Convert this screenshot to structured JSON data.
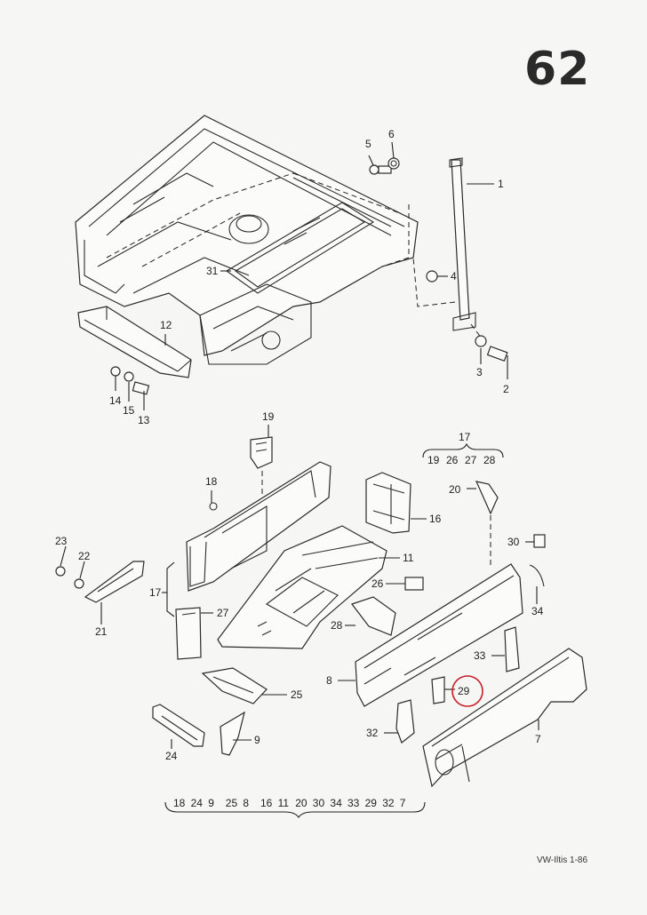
{
  "page_number": "62",
  "footer": "VW-Iltis  1-86",
  "callouts": {
    "c1": "1",
    "c2": "2",
    "c3": "3",
    "c4": "4",
    "c5": "5",
    "c6": "6",
    "c7": "7",
    "c8": "8",
    "c9": "9",
    "c11": "11",
    "c12": "12",
    "c13": "13",
    "c14": "14",
    "c15": "15",
    "c16": "16",
    "c17a": "17",
    "c17b": "17",
    "c18": "18",
    "c19": "19",
    "c20": "20",
    "c21": "21",
    "c22": "22",
    "c23": "23",
    "c24": "24",
    "c25": "25",
    "c26": "26",
    "c27": "27",
    "c28": "28",
    "c29": "29",
    "c30": "30",
    "c31": "31",
    "c32": "32",
    "c33": "33",
    "c34": "34"
  },
  "group_17_members": [
    "19",
    "26",
    "27",
    "28"
  ],
  "bottom_group": [
    "18",
    "24",
    "9",
    "25",
    "8",
    "16",
    "11",
    "20",
    "30",
    "34",
    "33",
    "29",
    "32",
    "7"
  ],
  "highlight_color": "#c8202a"
}
